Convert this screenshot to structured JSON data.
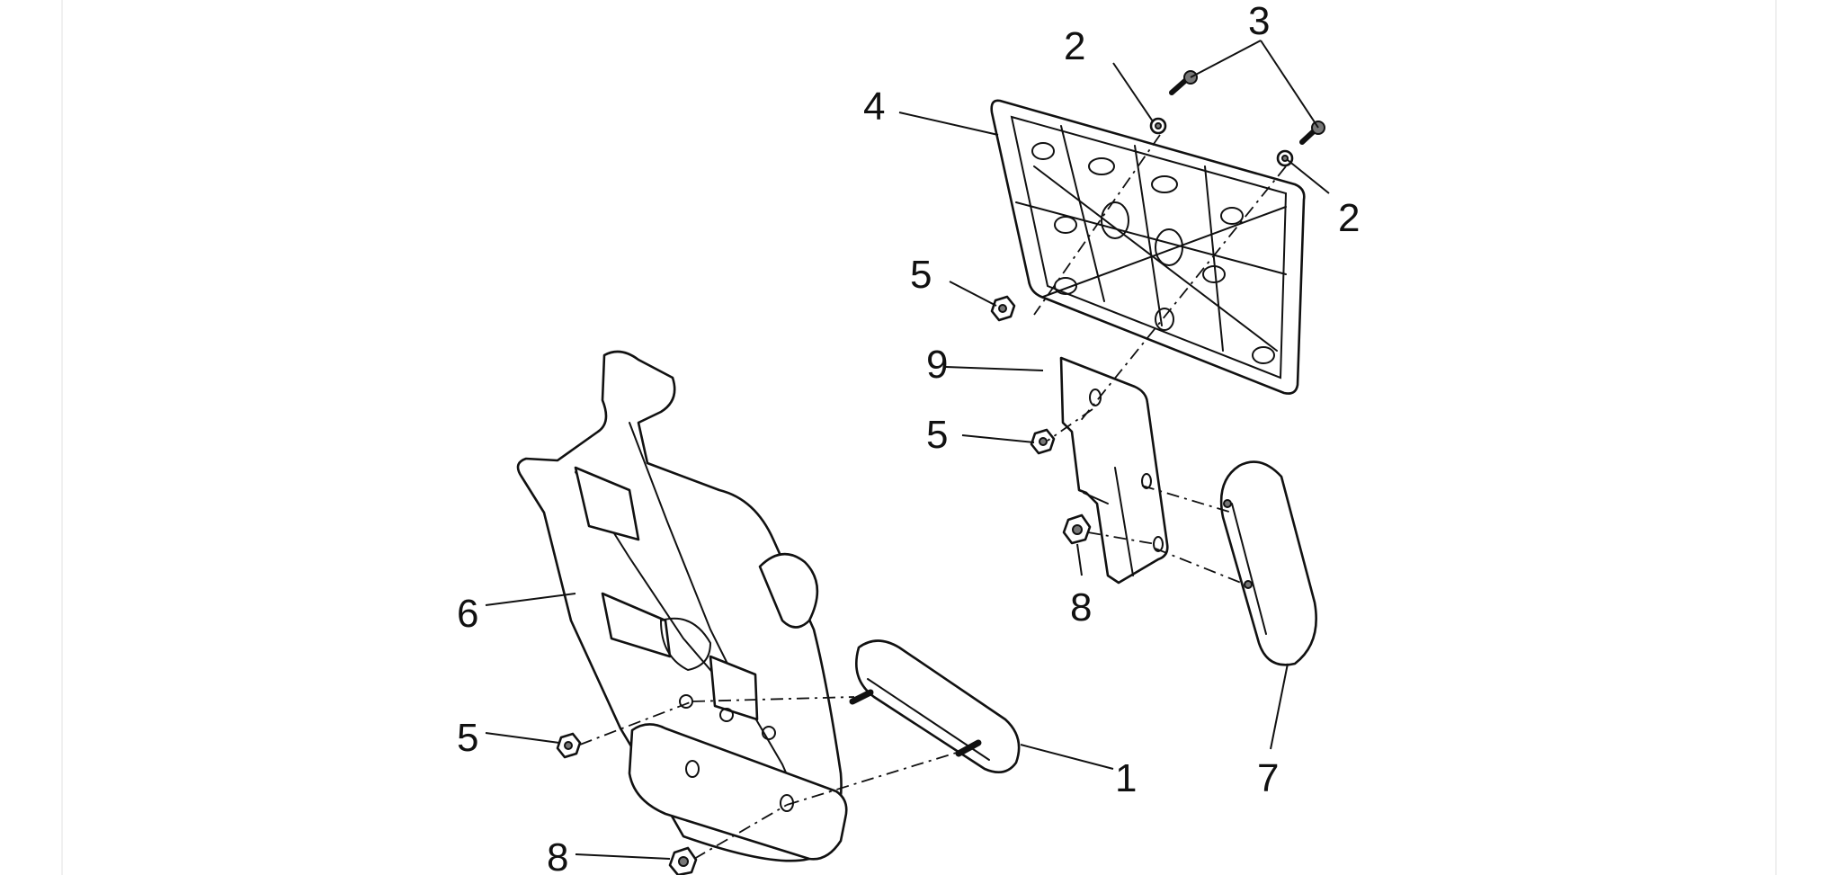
{
  "diagram": {
    "callouts": {
      "c1": "1",
      "c2a": "2",
      "c2b": "2",
      "c3": "3",
      "c4": "4",
      "c5a": "5",
      "c5b": "5",
      "c5c": "5",
      "c6": "6",
      "c7": "7",
      "c8a": "8",
      "c8b": "8",
      "c9": "9"
    }
  }
}
